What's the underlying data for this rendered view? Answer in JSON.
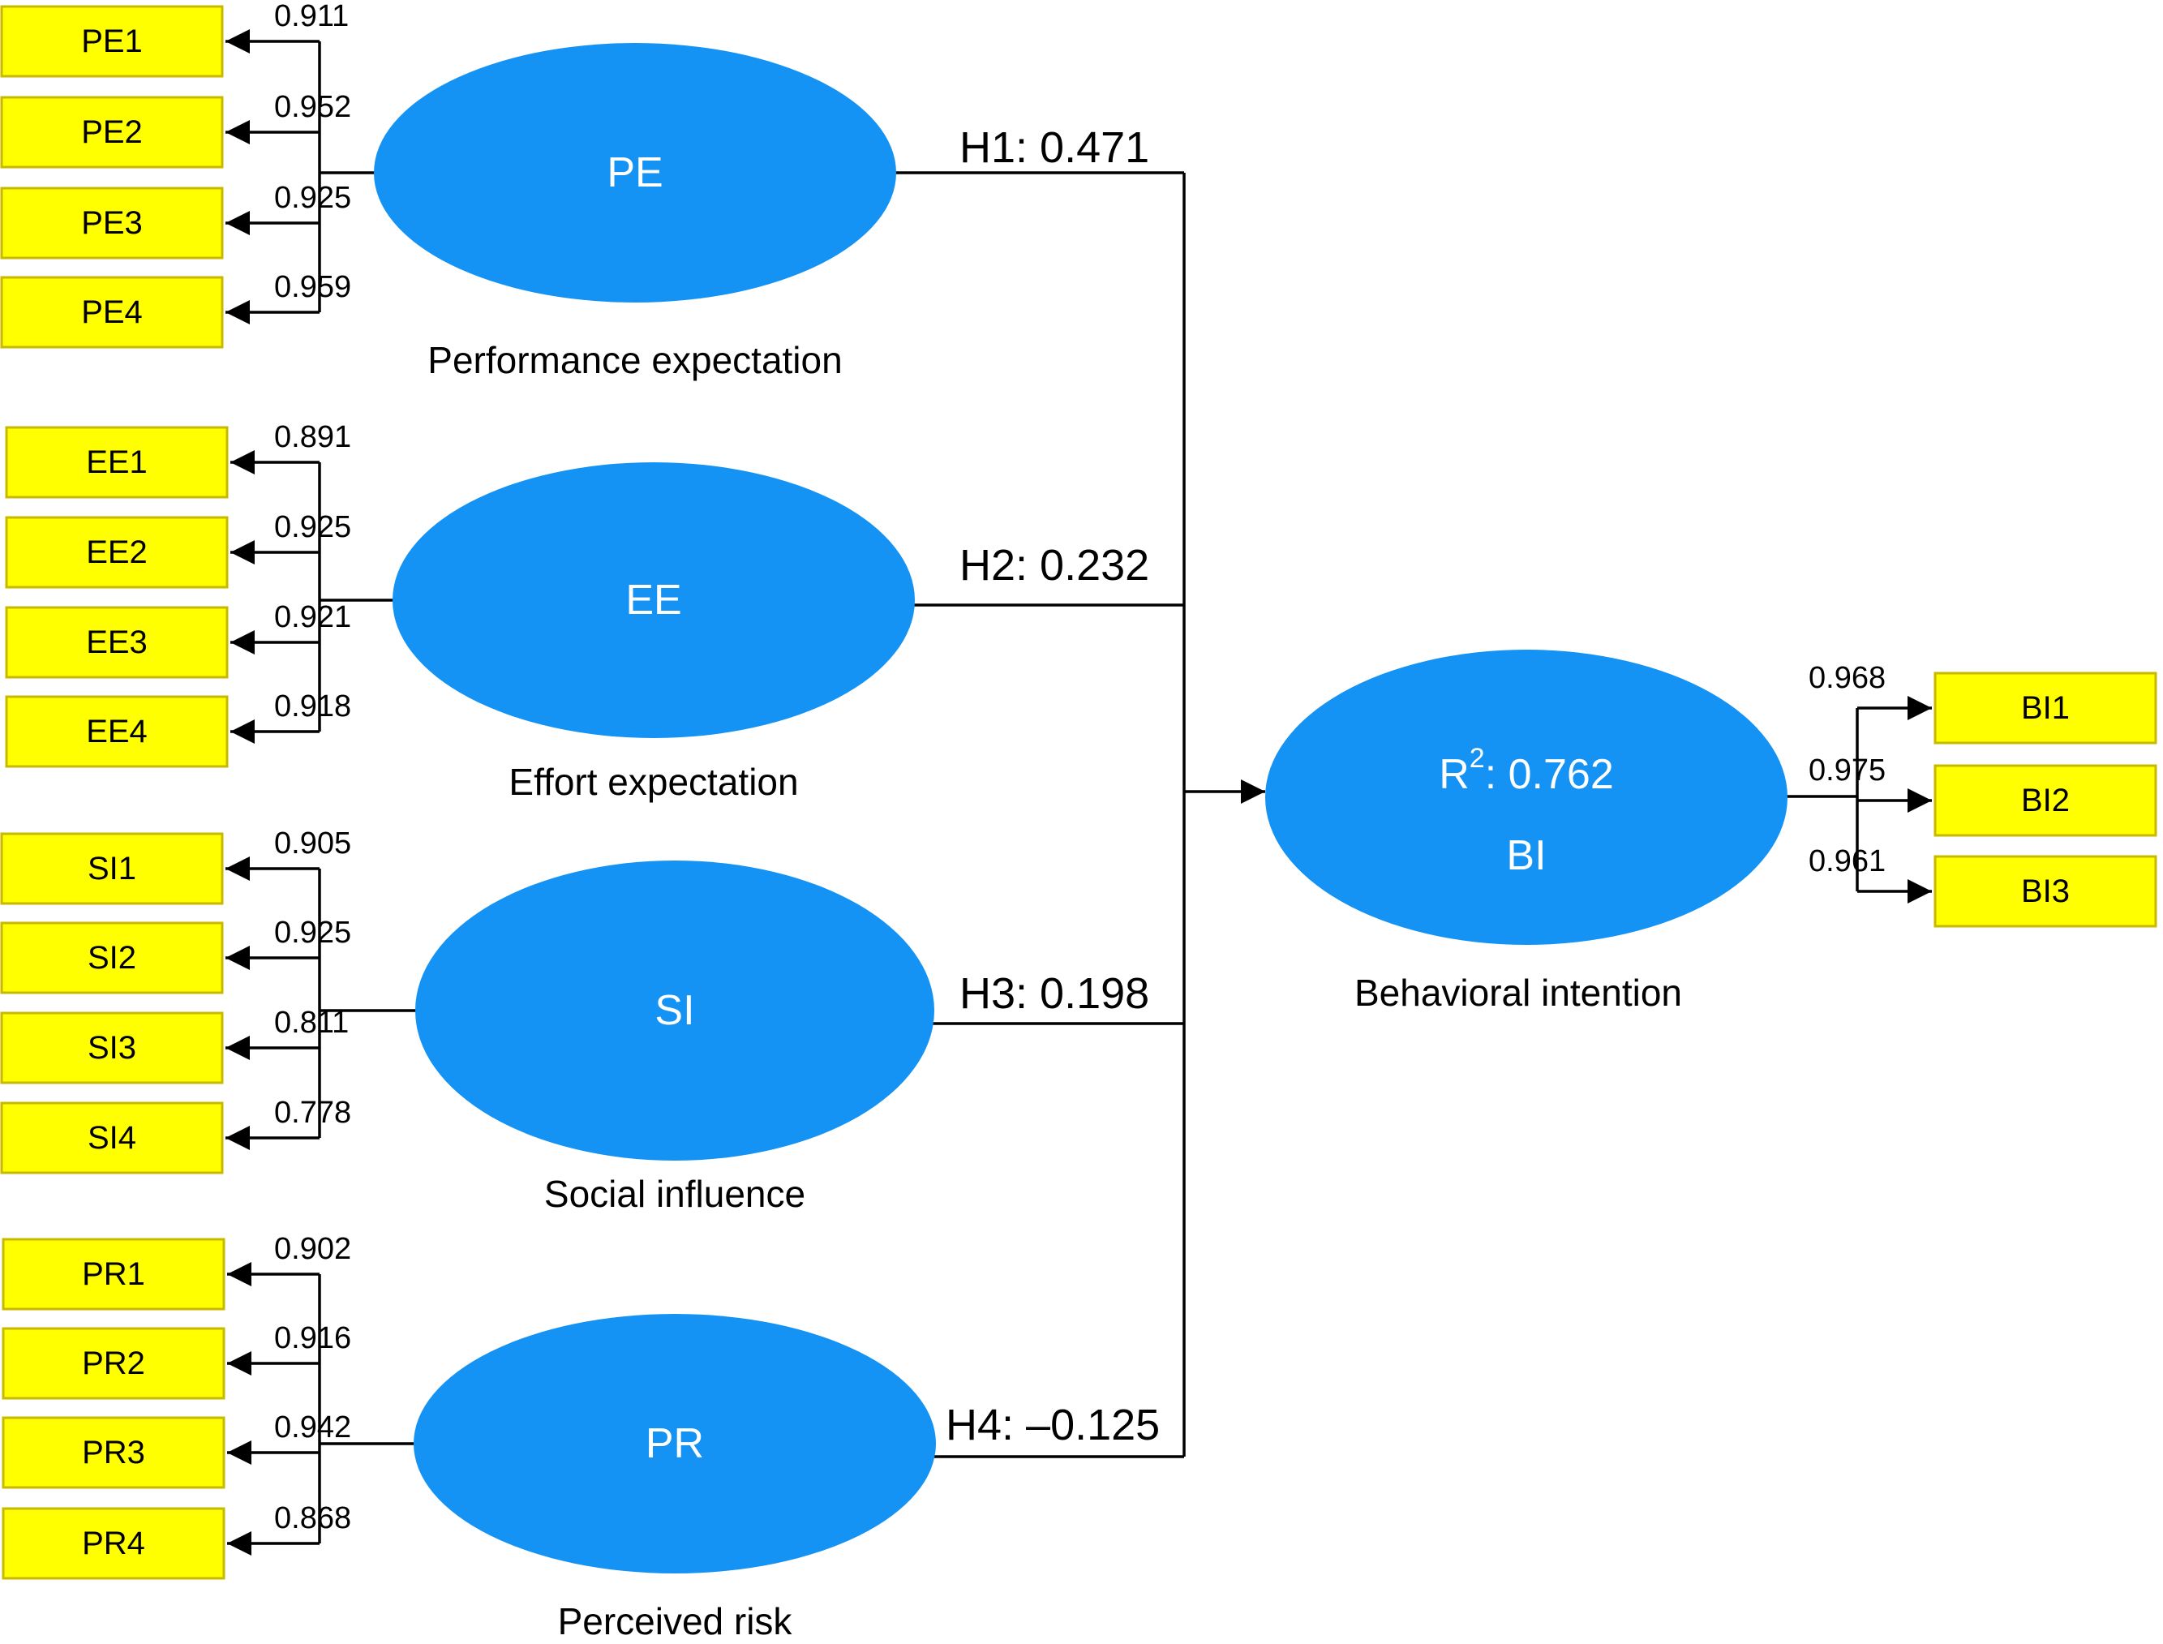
{
  "constructs": [
    {
      "abbr": "PE",
      "name": "Performance expectation",
      "path_coefficient": "H1: 0.471",
      "indicators": [
        {
          "label": "PE1",
          "loading": "0.911"
        },
        {
          "label": "PE2",
          "loading": "0.952"
        },
        {
          "label": "PE3",
          "loading": "0.925"
        },
        {
          "label": "PE4",
          "loading": "0.959"
        }
      ]
    },
    {
      "abbr": "EE",
      "name": "Effort expectation",
      "path_coefficient": "H2: 0.232",
      "indicators": [
        {
          "label": "EE1",
          "loading": "0.891"
        },
        {
          "label": "EE2",
          "loading": "0.925"
        },
        {
          "label": "EE3",
          "loading": "0.921"
        },
        {
          "label": "EE4",
          "loading": "0.918"
        }
      ]
    },
    {
      "abbr": "SI",
      "name": "Social influence",
      "path_coefficient": "H3: 0.198",
      "indicators": [
        {
          "label": "SI1",
          "loading": "0.905"
        },
        {
          "label": "SI2",
          "loading": "0.925"
        },
        {
          "label": "SI3",
          "loading": "0.811"
        },
        {
          "label": "SI4",
          "loading": "0.778"
        }
      ]
    },
    {
      "abbr": "PR",
      "name": "Perceived risk",
      "path_coefficient": "H4: –0.125",
      "indicators": [
        {
          "label": "PR1",
          "loading": "0.902"
        },
        {
          "label": "PR2",
          "loading": "0.916"
        },
        {
          "label": "PR3",
          "loading": "0.942"
        },
        {
          "label": "PR4",
          "loading": "0.868"
        }
      ]
    }
  ],
  "outcome": {
    "abbr": "BI",
    "name": "Behavioral intention",
    "r2_label": "R",
    "r2_superscript": "2",
    "r2_value": ": 0.762",
    "indicators": [
      {
        "label": "BI1",
        "loading": "0.968"
      },
      {
        "label": "BI2",
        "loading": "0.975"
      },
      {
        "label": "BI3",
        "loading": "0.961"
      }
    ]
  },
  "colors": {
    "construct_fill": "#1493f5",
    "indicator_fill": "#ffff00",
    "line": "#000000"
  }
}
